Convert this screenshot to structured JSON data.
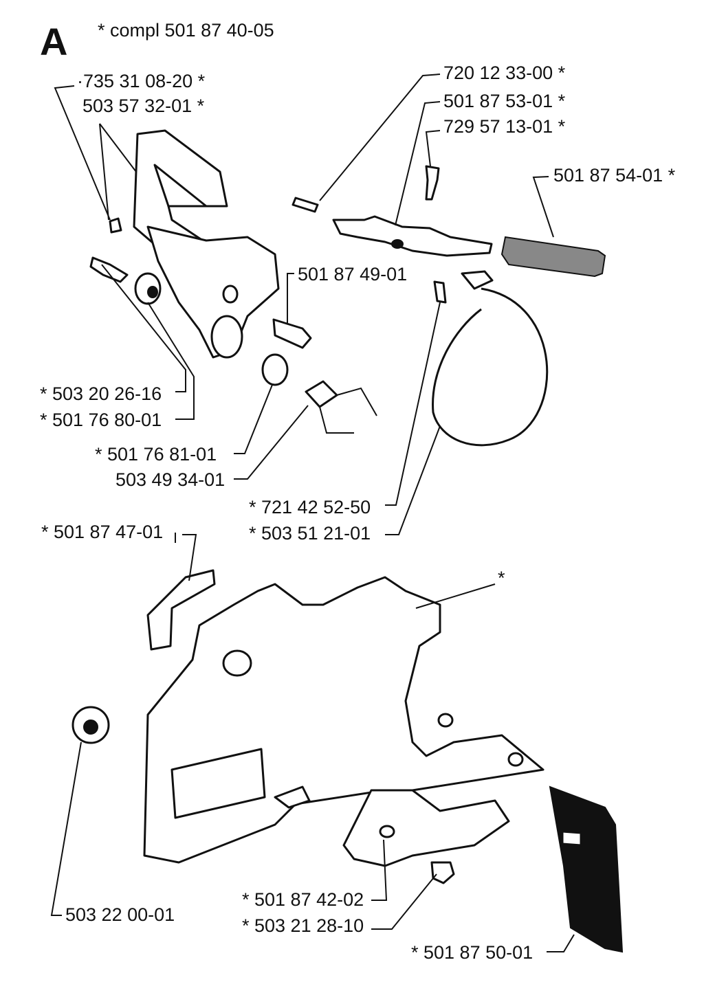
{
  "section_letter": "A",
  "assembly_note": "*  compl 501 87 40-05",
  "labels": {
    "l1": "·735 31 08-20  *",
    "l2": "503 57 32-01  *",
    "l3": "720 12 33-00  *",
    "l4": "501 87 53-01  *",
    "l5": "729 57 13-01  *",
    "l6": "501 87 54-01  *",
    "l7": "501 87 49-01",
    "l8": "*  503 20 26-16",
    "l9": "*  501 76 80-01",
    "l10": "*  501 76 81-01",
    "l11": "503 49 34-01",
    "l12": "*  721 42 52-50",
    "l13": "*  503 51 21-01",
    "l14": "*  501 87 47-01",
    "l15": "*",
    "l16": "503 22 00-01",
    "l17": "*  501 87 42-02",
    "l18": "*  503 21 28-10",
    "l19": "*  501 87 50-01"
  }
}
